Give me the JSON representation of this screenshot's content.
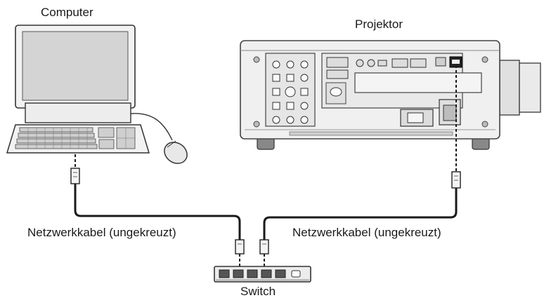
{
  "labels": {
    "computer": "Computer",
    "projector": "Projektor",
    "cable_left": "Netzwerkkabel (ungekreuzt)",
    "cable_right": "Netzwerkkabel (ungekreuzt)",
    "switch": "Switch"
  },
  "icons": {
    "computer": "desktop-computer-icon",
    "mouse": "mouse-icon",
    "projector": "projector-icon",
    "switch": "network-switch-icon",
    "connector": "rj45-connector-icon"
  }
}
